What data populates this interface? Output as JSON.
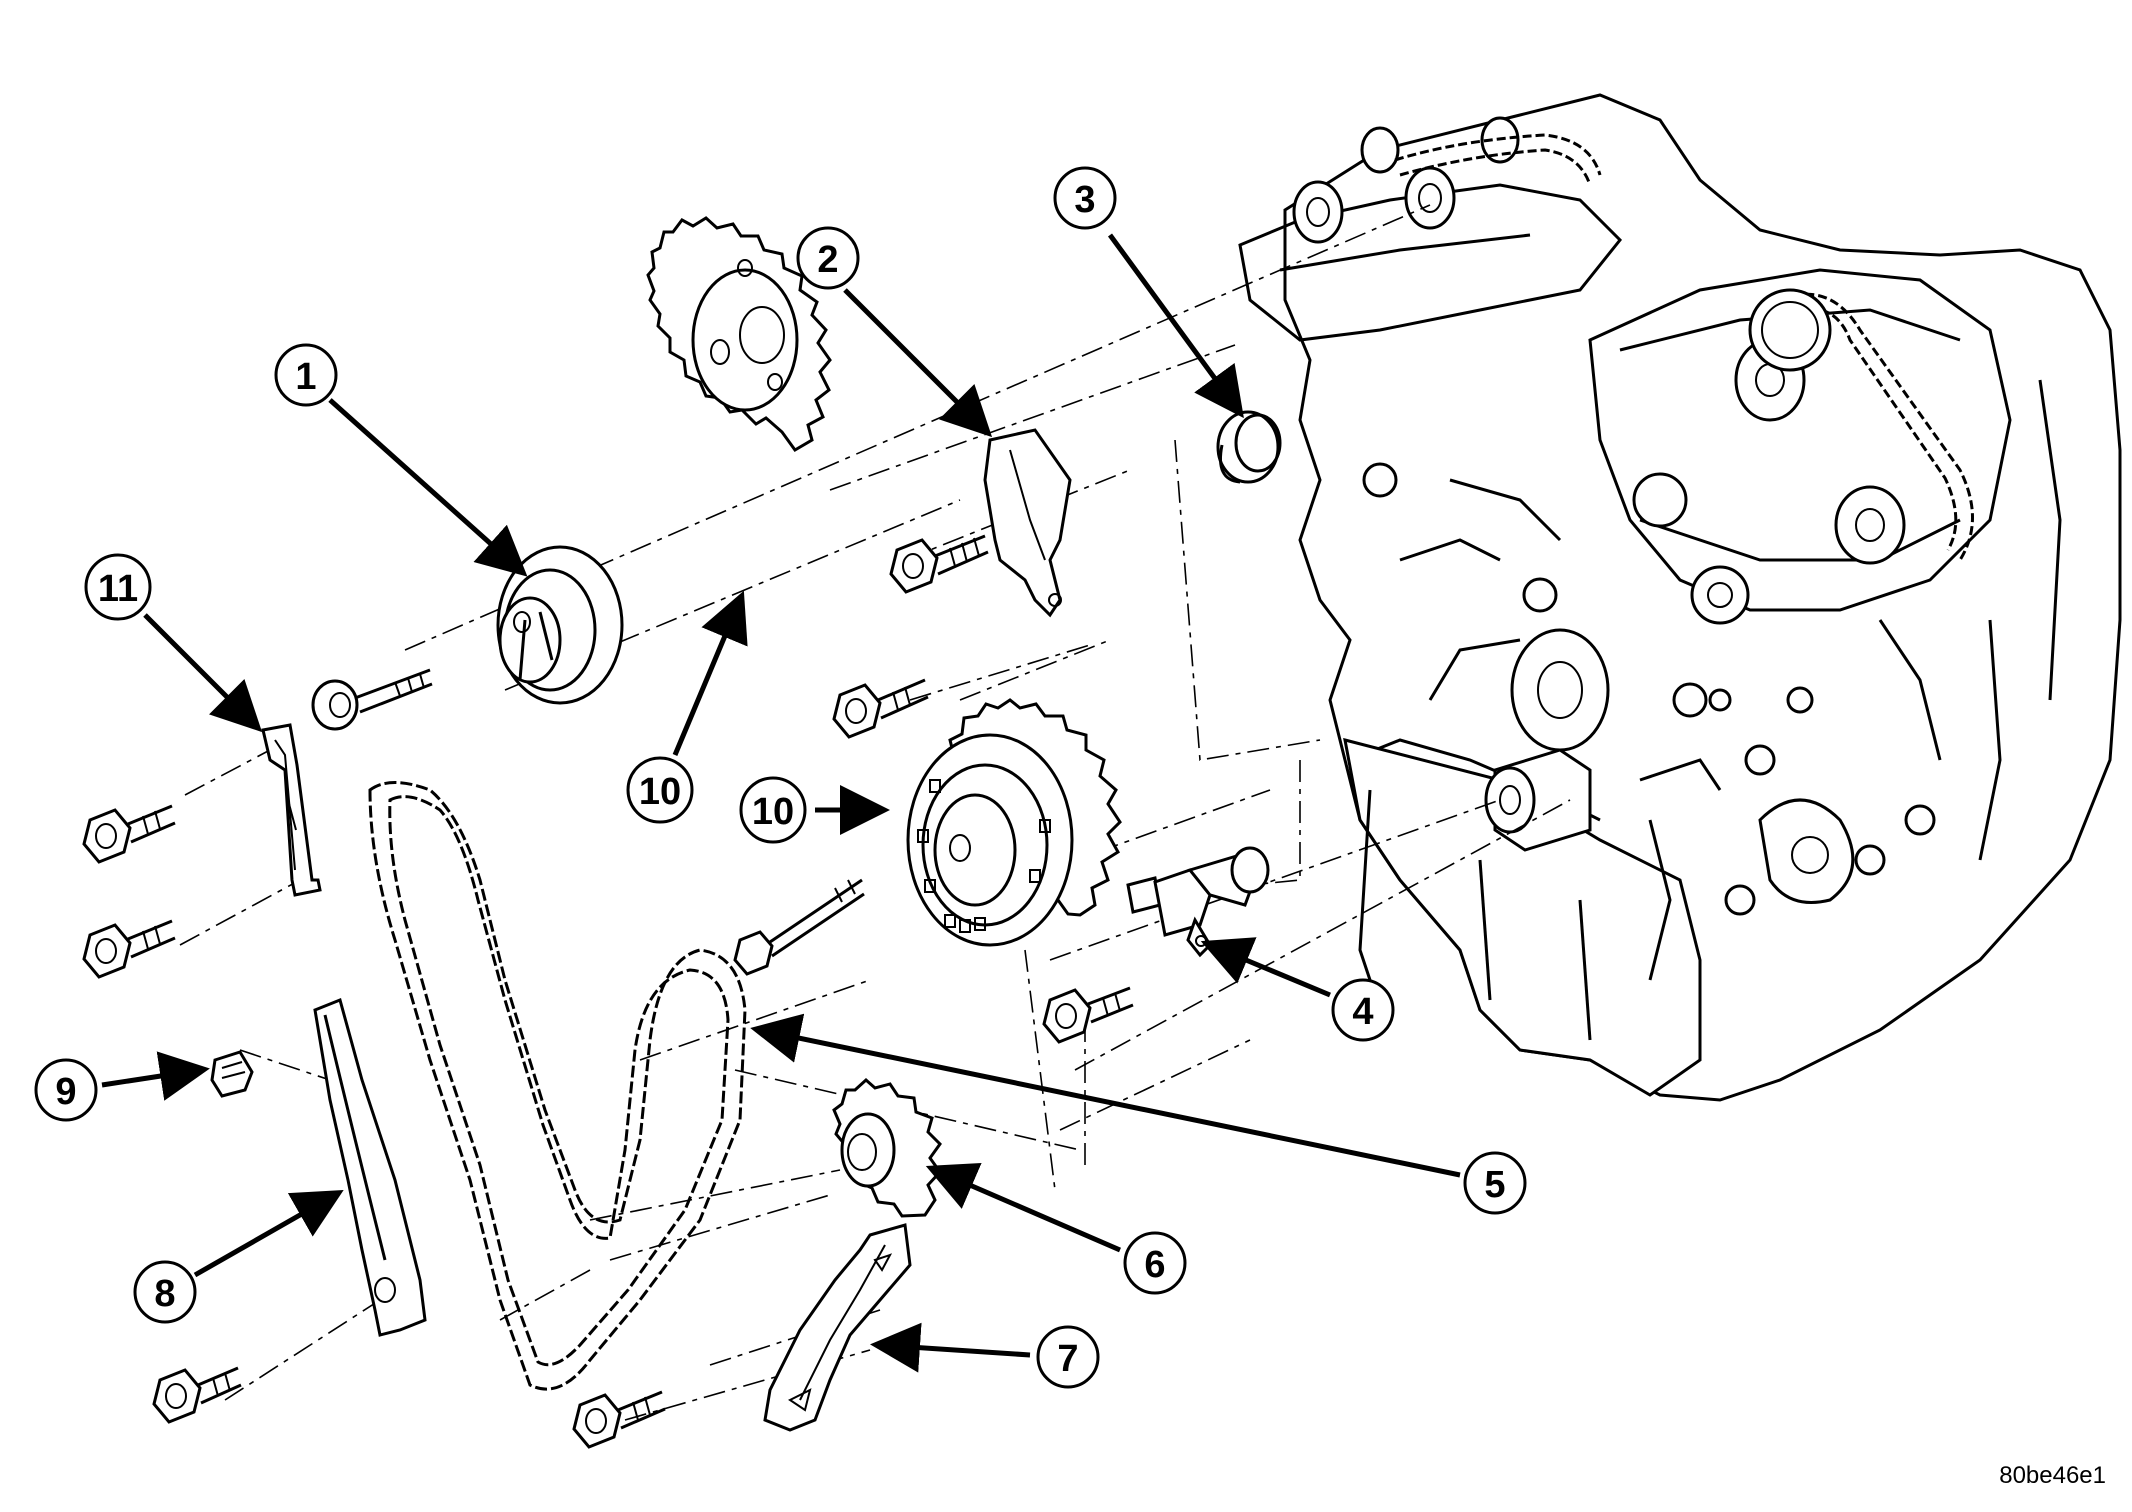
{
  "callouts": [
    {
      "id": "1",
      "label": "1"
    },
    {
      "id": "2",
      "label": "2"
    },
    {
      "id": "3",
      "label": "3"
    },
    {
      "id": "4",
      "label": "4"
    },
    {
      "id": "5",
      "label": "5"
    },
    {
      "id": "6",
      "label": "6"
    },
    {
      "id": "7",
      "label": "7"
    },
    {
      "id": "8",
      "label": "8"
    },
    {
      "id": "9",
      "label": "9"
    },
    {
      "id": "10a",
      "label": "10"
    },
    {
      "id": "10b",
      "label": "10"
    },
    {
      "id": "11",
      "label": "11"
    }
  ],
  "reference_code": "80be46e1"
}
